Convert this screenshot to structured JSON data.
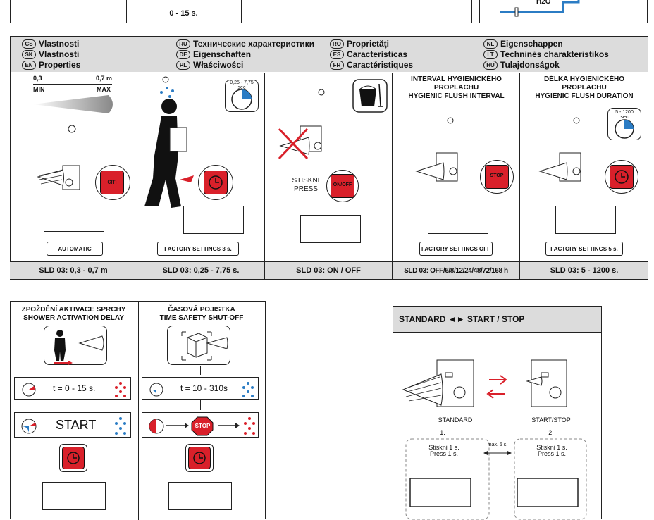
{
  "top_strip": {
    "cell_text": "0 - 15 s.",
    "water_label": "H2O"
  },
  "properties": {
    "col1": [
      {
        "code": "CS",
        "label": "Vlastnosti"
      },
      {
        "code": "SK",
        "label": "Vlastnosti"
      },
      {
        "code": "EN",
        "label": "Properties"
      }
    ],
    "col2": [
      {
        "code": "RU",
        "label": "Технические характеристики"
      },
      {
        "code": "DE",
        "label": "Eigenschaften"
      },
      {
        "code": "PL",
        "label": "Właściwości"
      }
    ],
    "col3": [
      {
        "code": "RO",
        "label": "Proprietăţi"
      },
      {
        "code": "ES",
        "label": "Características"
      },
      {
        "code": "FR",
        "label": "Caractéristiques"
      }
    ],
    "col4": [
      {
        "code": "NL",
        "label": "Eigenschappen"
      },
      {
        "code": "LT",
        "label": "Techninės charakteristikos"
      },
      {
        "code": "HU",
        "label": "Tulajdonságok"
      }
    ]
  },
  "panels": {
    "p1": {
      "range_min_val": "0,3",
      "range_max_val": "0,7 m",
      "min_label": "MIN",
      "max_label": "MAX",
      "button": "cm",
      "pill": "AUTOMATIC",
      "footer": "SLD 03: 0,3 - 0,7 m"
    },
    "p2": {
      "dial_range": "0,25 - 7,75",
      "dial_unit": "sec",
      "pill": "FACTORY SETTINGS 3 s.",
      "footer": "SLD 03: 0,25 - 7,75 s."
    },
    "p3": {
      "press_cz": "STISKNI",
      "press_en": "PRESS",
      "button": "ON/OFF",
      "footer": "SLD 03: ON / OFF"
    },
    "p4": {
      "title_cz_1": "INTERVAL HYGIENICKÉHO",
      "title_cz_2": "PROPLACHU",
      "title_en": "HYGIENIC FLUSH INTERVAL",
      "button": "STOP",
      "pill": "FACTORY SETTINGS OFF",
      "footer": "SLD 03: OFF/6/8/12/24/48/72/168 h"
    },
    "p5": {
      "title_cz_1": "DÉLKA HYGIENICKÉHO",
      "title_cz_2": "PROPLACHU",
      "title_en": "HYGIENIC FLUSH DURATION",
      "dial_range": "5 - 1200",
      "dial_unit": "sec",
      "pill": "FACTORY SETTINGS 5 s.",
      "footer": "SLD 03: 5 - 1200 s."
    }
  },
  "delay": {
    "title_cz": "ZPOŽDĚNÍ AKTIVACE SPRCHY",
    "title_en": "SHOWER ACTIVATION DELAY",
    "flow1": "t = 0 - 15 s.",
    "flow2": "START"
  },
  "safety": {
    "title_cz": "ČASOVÁ POJISTKA",
    "title_en": "TIME SAFETY SHUT-OFF",
    "flow1": "t = 10 - 310s",
    "stop": "STOP"
  },
  "standard": {
    "header": "STANDARD ◄► START / STOP",
    "left_label": "STANDARD",
    "right_label": "START/STOP",
    "step1": "1.",
    "step2": "2.",
    "press_cz": "Stiskni 1 s.",
    "press_en": "Press 1 s.",
    "max": "max. 5 s."
  },
  "colors": {
    "red": "#d9202a",
    "blue": "#2b7cc4",
    "gray": "#dcdcdc"
  }
}
